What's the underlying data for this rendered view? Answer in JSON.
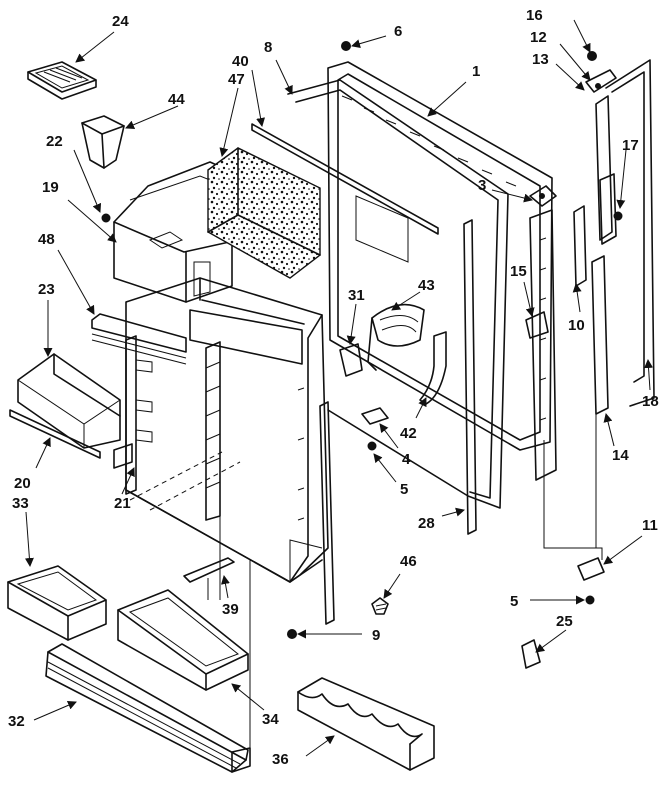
{
  "diagram": {
    "callouts": {
      "c1": "1",
      "c3": "3",
      "c4": "4",
      "c5a": "5",
      "c5b": "5",
      "c6": "6",
      "c8": "8",
      "c9": "9",
      "c10": "10",
      "c11": "11",
      "c12": "12",
      "c13": "13",
      "c14": "14",
      "c15": "15",
      "c16": "16",
      "c17": "17",
      "c18": "18",
      "c19": "19",
      "c20": "20",
      "c21": "21",
      "c22": "22",
      "c23": "23",
      "c24": "24",
      "c25": "25",
      "c28": "28",
      "c31": "31",
      "c32": "32",
      "c33": "33",
      "c34": "34",
      "c36": "36",
      "c39": "39",
      "c40": "40",
      "c42": "42",
      "c43": "43",
      "c44": "44",
      "c46": "46",
      "c47": "47",
      "c48": "48"
    }
  }
}
